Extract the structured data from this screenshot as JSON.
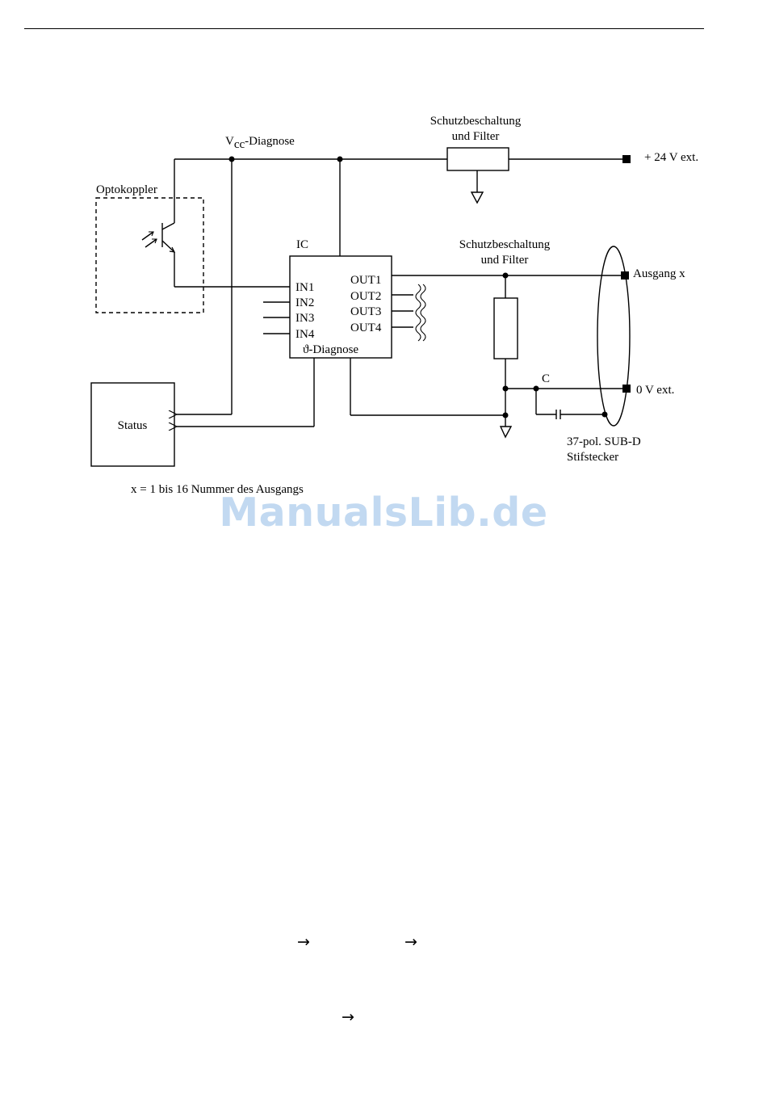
{
  "diagram": {
    "label_vcc_main": "V",
    "label_vcc_sub": "cc",
    "label_vcc_rest": "-Diagnose",
    "label_filter_top_1": "Schutzbeschaltung",
    "label_filter_top_2": "und Filter",
    "label_supply": "+ 24 V ext.",
    "label_optokoppler": "Optokoppler",
    "label_ic": "IC",
    "label_filter_mid_1": "Schutzbeschaltung",
    "label_filter_mid_2": "und Filter",
    "label_ausgang": "Ausgang x",
    "inputs": [
      "IN1",
      "IN2",
      "IN3",
      "IN4"
    ],
    "outputs": [
      "OUT1",
      "OUT2",
      "OUT3",
      "OUT4"
    ],
    "label_temp_diag": "ϑ-Diagnose",
    "label_c": "C",
    "label_ground": "0 V ext.",
    "label_status": "Status",
    "label_connector_1": "37-pol. SUB-D",
    "label_connector_2": "Stifstecker",
    "caption": "x = 1 bis 16  Nummer des Ausgangs"
  },
  "watermark": "ManualsLib.de",
  "arrows": [
    "→",
    "→",
    "→"
  ]
}
